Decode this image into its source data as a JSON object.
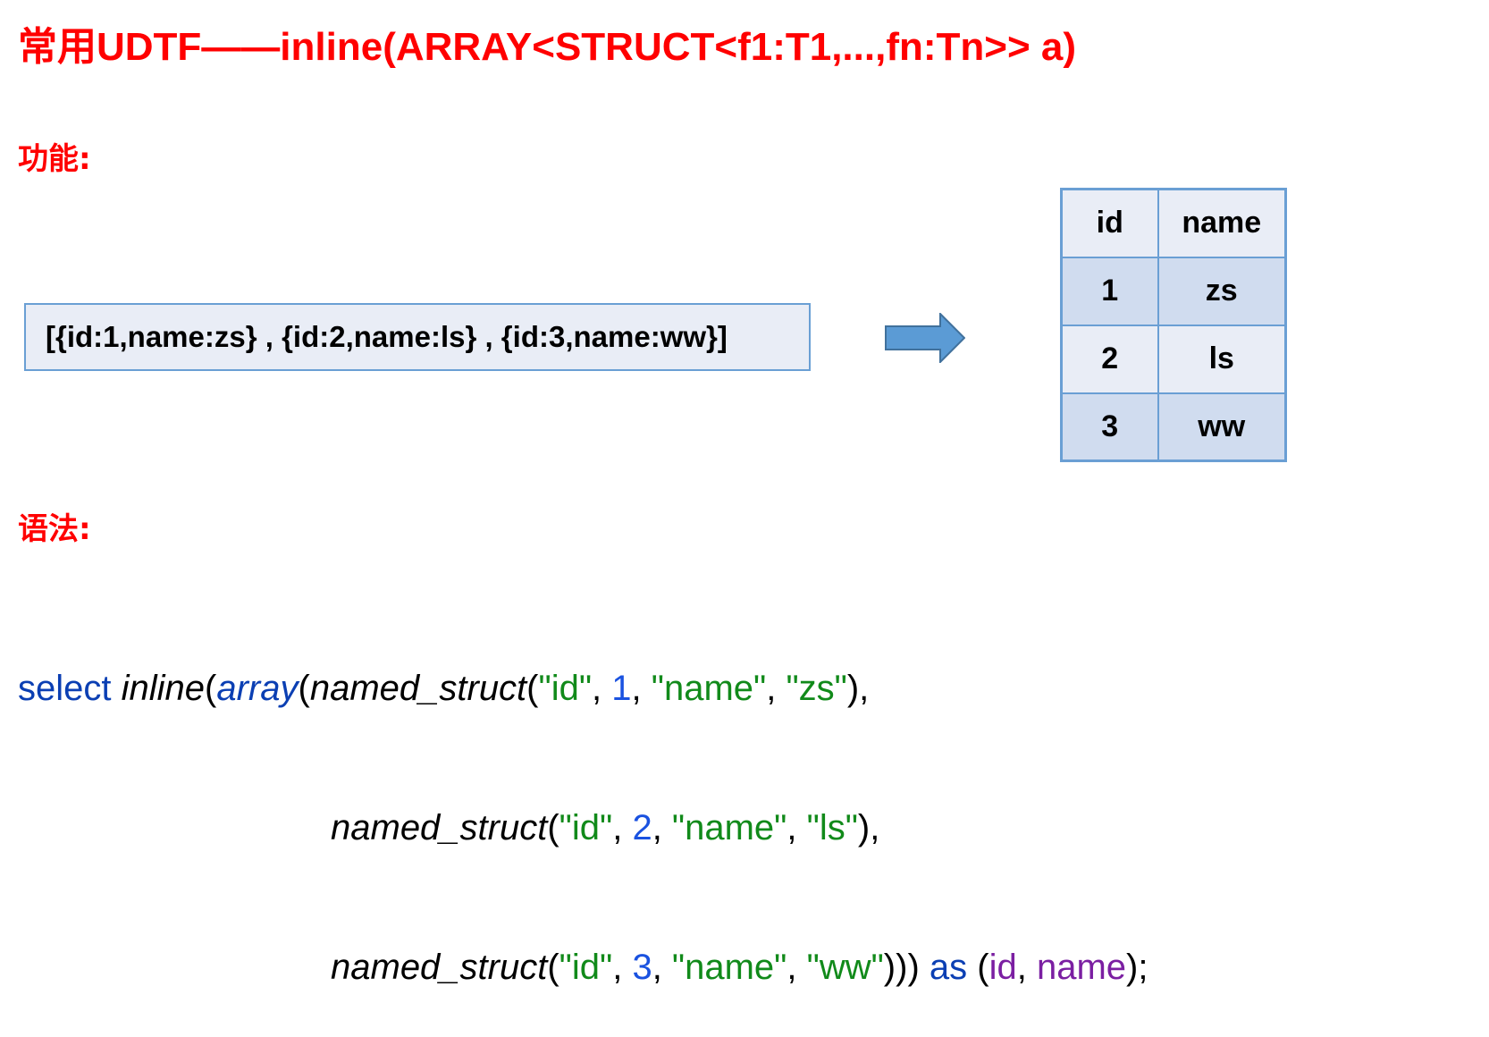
{
  "title": "常用UDTF——inline(ARRAY<STRUCT<f1:T1,...,fn:Tn>> a)",
  "sections": {
    "function_label": "功能:",
    "syntax_label": "语法:"
  },
  "input_example": "[{id:1,name:zs} , {id:2,name:ls} , {id:3,name:ww}]",
  "arrow_icon": "right-arrow-icon",
  "colors": {
    "title": "#ff0000",
    "box_border": "#6a9fd4",
    "keyword": "#0b3fb3",
    "string": "#118a1a",
    "number": "#1a52e0",
    "column": "#7b1fa2"
  },
  "result_table": {
    "headers": [
      "id",
      "name"
    ],
    "rows": [
      [
        "1",
        "zs"
      ],
      [
        "2",
        "ls"
      ],
      [
        "3",
        "ww"
      ]
    ]
  },
  "code": {
    "select": "select",
    "inline": "inline",
    "array": "array",
    "named_struct": "named_struct",
    "open_paren": "(",
    "open_paren_after_struct": "(",
    "comma": ", ",
    "line_end": "),",
    "last_end": ")))",
    "as": "as",
    "col_id": "id",
    "col_name": "name",
    "final_end": ");",
    "key_id": "\"id\"",
    "key_name": "\"name\"",
    "lines": [
      {
        "num": "1",
        "val": "\"zs\""
      },
      {
        "num": "2",
        "val": "\"ls\""
      },
      {
        "num": "3",
        "val": "\"ww\""
      }
    ]
  }
}
